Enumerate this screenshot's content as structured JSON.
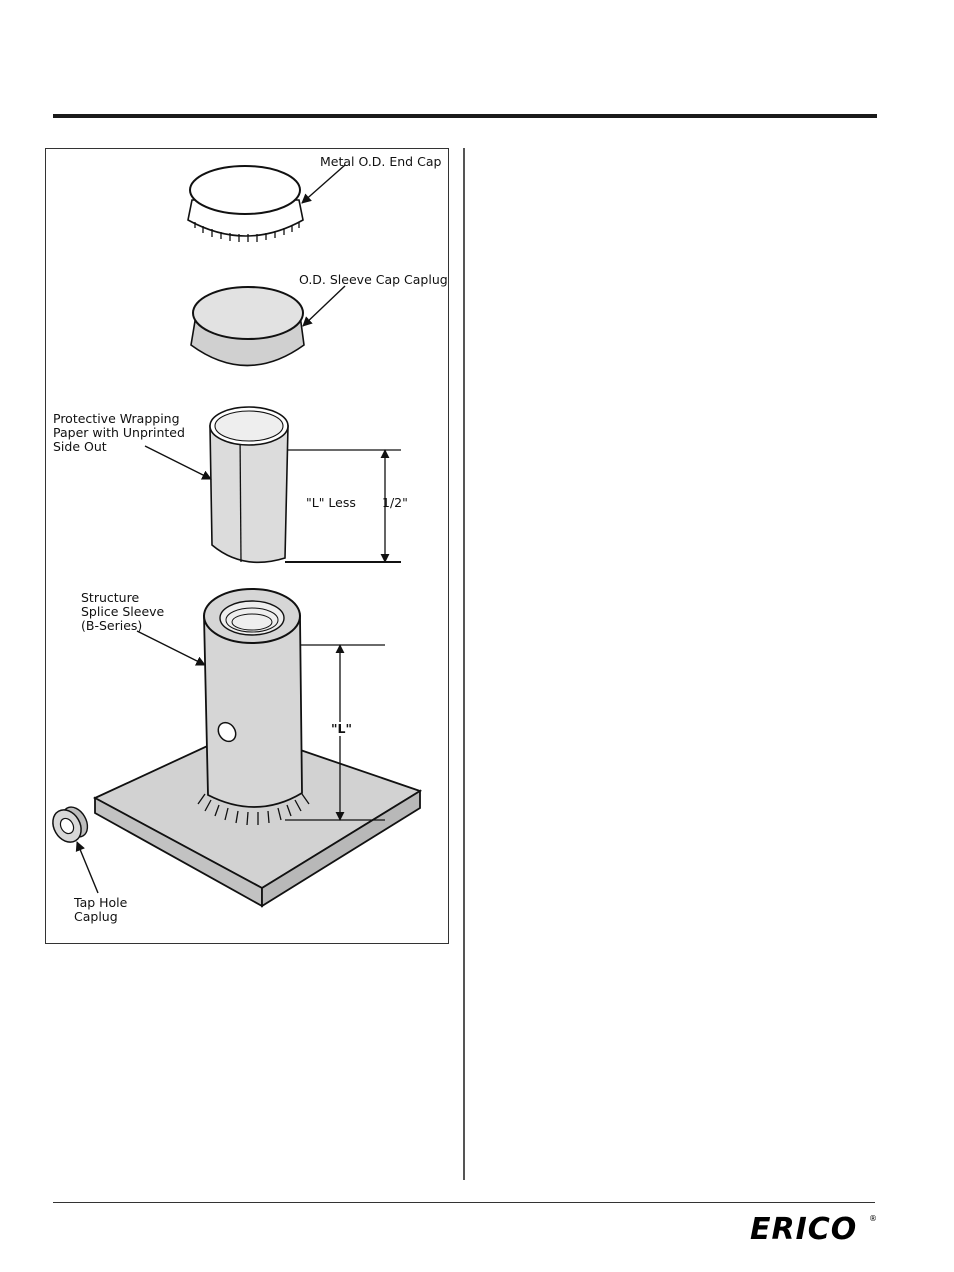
{
  "figure": {
    "labels": {
      "metal_end_cap": "Metal O.D. End Cap",
      "sleeve_cap_caplug": "O.D. Sleeve Cap Caplug",
      "wrapping_line1": "Protective Wrapping",
      "wrapping_line2": "Paper with Unprinted",
      "wrapping_line3": "Side Out",
      "l_less": "\"L\" Less",
      "half_inch": "1/2\"",
      "splice_line1": "Structure",
      "splice_line2": "Splice Sleeve",
      "splice_line3": "(B-Series)",
      "l_dimension": "\"L\"",
      "tap_line1": "Tap Hole",
      "tap_line2": "Caplug"
    }
  },
  "footer": {
    "logo_text": "ERICO",
    "registered_mark": "®"
  }
}
